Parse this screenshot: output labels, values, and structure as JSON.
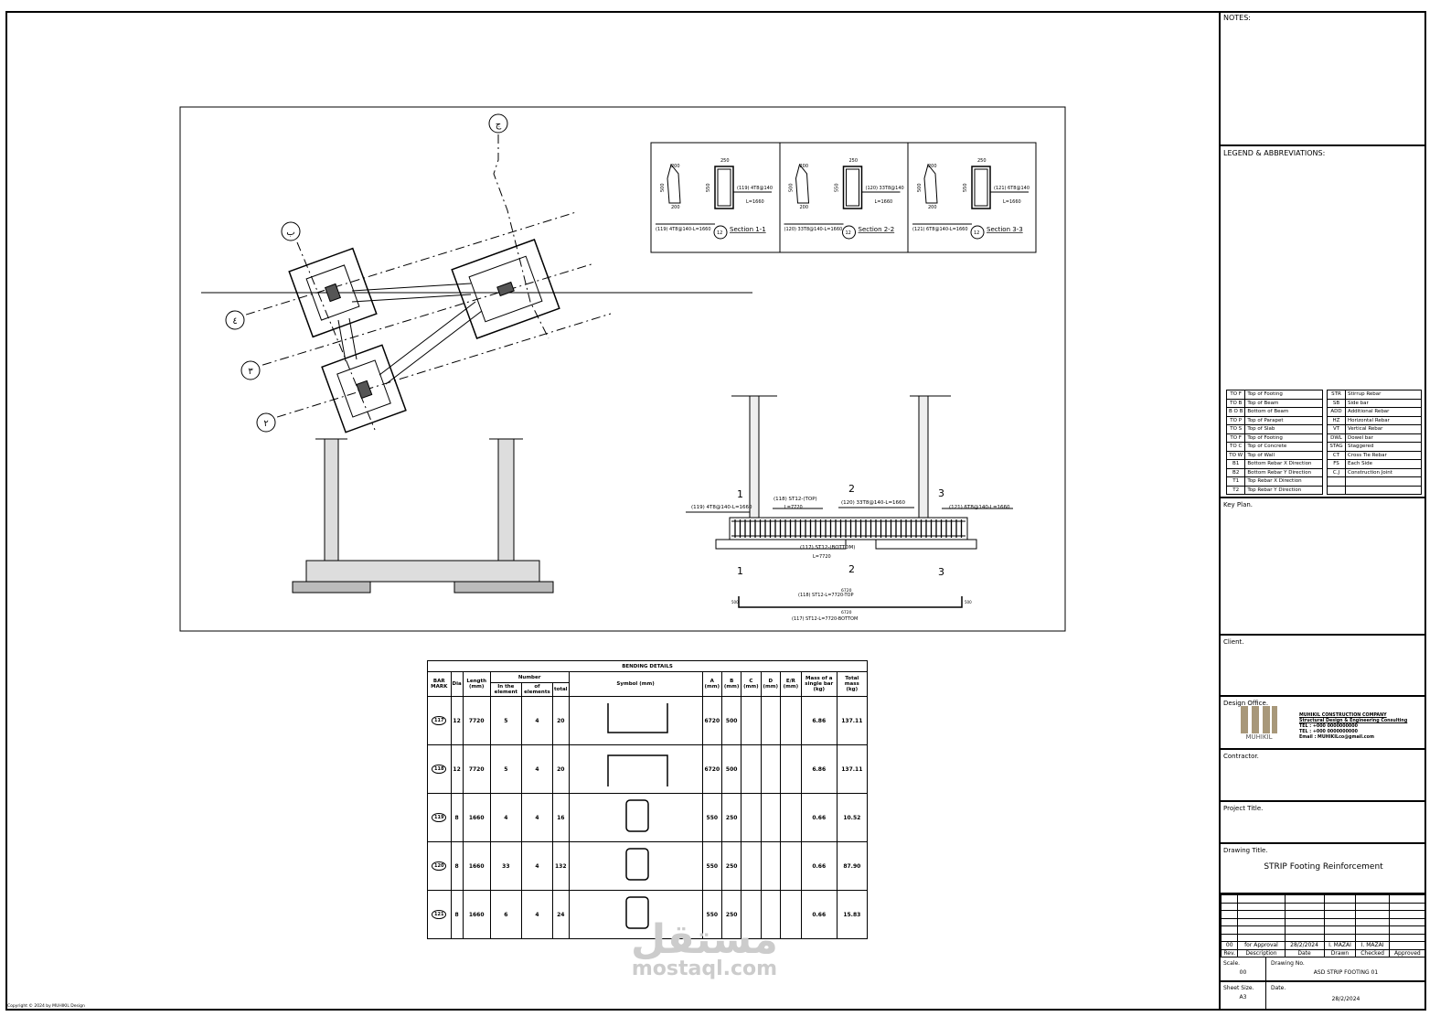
{
  "notes_label": "NOTES:",
  "legend_label": "LEGEND & ABBREVIATIONS:",
  "legend_left": [
    [
      "TO F",
      "Top of Footing"
    ],
    [
      "TO B",
      "Top of Beam"
    ],
    [
      "B O B",
      "Bottom of Beam"
    ],
    [
      "TO P",
      "Top of Parapet"
    ],
    [
      "TO S",
      "Top of Slab"
    ],
    [
      "TO F",
      "Top of Footing"
    ],
    [
      "TO C",
      "Top of Concrete"
    ],
    [
      "TO W",
      "Top of Wall"
    ],
    [
      "B1",
      "Bottom Rebar X Direction"
    ],
    [
      "B2",
      "Bottom Rebar Y Direction"
    ],
    [
      "T1",
      "Top Rebar X Direction"
    ],
    [
      "T2",
      "Top Rebar Y Direction"
    ]
  ],
  "legend_right": [
    [
      "STR",
      "Stirrup Rebar"
    ],
    [
      "SB",
      "Side bar"
    ],
    [
      "ADD",
      "Additional Rebar"
    ],
    [
      "HZ",
      "Horizontal Rebar"
    ],
    [
      "VT",
      "Vertical Rebar"
    ],
    [
      "DWL",
      "Dowel bar"
    ],
    [
      "STAG",
      "Staggered"
    ],
    [
      "CT",
      "Cross Tie Rebar"
    ],
    [
      "FS",
      "Each Side"
    ],
    [
      "C.J",
      "Construction Joint"
    ],
    [
      "",
      ""
    ],
    [
      "",
      ""
    ]
  ],
  "key_plan_label": "Key Plan.",
  "client_label": "Client.",
  "design_office_label": "Design Office.",
  "logo_text": "MUHIKIL",
  "company": {
    "name": "MUHIKIL CONSTRUCTION COMPANY",
    "sub": "Structural Design & Engineering Consulting",
    "tel1": "TEL : +000 0000000000",
    "tel2": "TEL : +000 0000000000",
    "email": "Email : MUHIKILco@gmail.com"
  },
  "contractor_label": "Contractor.",
  "project_title_label": "Project Title.",
  "drawing_title_label": "Drawing Title.",
  "drawing_title": "STRIP Footing Reinforcement",
  "revision": {
    "row": [
      "00",
      "for Approval",
      "28/2/2024",
      "I. MAZAI",
      "I. MAZAI",
      ""
    ],
    "headers": [
      "Rev.",
      "Description",
      "Date",
      "Drawn",
      "Checked",
      "Approved"
    ]
  },
  "scale_label": "Scale.",
  "scale": "00",
  "drawing_no_label": "Drawing No.",
  "drawing_no": "ASD STRIP FOOTING 01",
  "sheet_size_label": "Sheet Size.",
  "sheet_size": "A3",
  "date_label": "Date.",
  "date": "28/2/2024",
  "copyright": "Copyright © 2024 by MUHIKIL Design",
  "watermark": {
    "arabic": "مستقل",
    "latin": "mostaql.com"
  },
  "plan": {
    "grids": [
      "ب",
      "ج",
      "٤",
      "٣",
      "٢"
    ]
  },
  "sections": [
    {
      "bar": "(119) 4T8@140-L=1660",
      "title": "Section 1-1",
      "num": "12",
      "dims": [
        "250",
        "200",
        "550",
        "500"
      ],
      "len": "L=1660",
      "top": "(119) 4T8@140"
    },
    {
      "bar": "(120) 33T8@140-L=1660",
      "title": "Section 2-2",
      "num": "12",
      "dims": [
        "250",
        "200",
        "550",
        "500"
      ],
      "len": "L=1660",
      "top": "(120) 33T8@140"
    },
    {
      "bar": "(121) 6T8@140-L=1660",
      "title": "Section 3-3",
      "num": "12",
      "dims": [
        "250",
        "200",
        "550",
        "500"
      ],
      "len": "L=1660",
      "top": "(121) 6T8@140"
    }
  ],
  "elevation": {
    "l119": "(119) 4T8@140-L=1660",
    "l118": "(118) ST12-(TOP)",
    "l118b": "L=7720",
    "l120": "(120) 33T8@140-L=1660",
    "l121": "(121) 6T8@140-L=1660",
    "l117": "(117) ST12-(BOTTOM)",
    "l117b": "L=7720",
    "cut": [
      "1",
      "2",
      "3"
    ],
    "bar_top_len": "6720",
    "bar_top": "(118) ST12-L=7720-TOP",
    "bar_bot_len": "6720",
    "bar_bot": "(117) ST12-L=7720-BOTTOM",
    "hook": "500"
  },
  "schedule": {
    "title": "BENDING DETAILS",
    "headers": {
      "mark": "BAR MARK",
      "dia": "Dia",
      "length": "Length (mm)",
      "number": "Number",
      "in_el": "In the element",
      "of_el": "of elements",
      "total": "total",
      "symbol": "Symbol (mm)",
      "a": "A (mm)",
      "b": "B (mm)",
      "c": "C (mm)",
      "d": "D (mm)",
      "er": "E/R (mm)",
      "mass": "Mass of a single bar (kg)",
      "tmass": "Total mass (kg)"
    },
    "rows": [
      {
        "mark": "117",
        "dia": "12",
        "length": "7720",
        "in_el": "5",
        "of_el": "4",
        "total": "20",
        "a": "6720",
        "b": "500",
        "c": "",
        "d": "",
        "er": "",
        "mass": "6.86",
        "tmass": "137.11",
        "shape": "U"
      },
      {
        "mark": "118",
        "dia": "12",
        "length": "7720",
        "in_el": "5",
        "of_el": "4",
        "total": "20",
        "a": "6720",
        "b": "500",
        "c": "",
        "d": "",
        "er": "",
        "mass": "6.86",
        "tmass": "137.11",
        "shape": "N"
      },
      {
        "mark": "119",
        "dia": "8",
        "length": "1660",
        "in_el": "4",
        "of_el": "4",
        "total": "16",
        "a": "550",
        "b": "250",
        "c": "",
        "d": "",
        "er": "",
        "mass": "0.66",
        "tmass": "10.52",
        "shape": "S"
      },
      {
        "mark": "120",
        "dia": "8",
        "length": "1660",
        "in_el": "33",
        "of_el": "4",
        "total": "132",
        "a": "550",
        "b": "250",
        "c": "",
        "d": "",
        "er": "",
        "mass": "0.66",
        "tmass": "87.90",
        "shape": "S"
      },
      {
        "mark": "121",
        "dia": "8",
        "length": "1660",
        "in_el": "6",
        "of_el": "4",
        "total": "24",
        "a": "550",
        "b": "250",
        "c": "",
        "d": "",
        "er": "",
        "mass": "0.66",
        "tmass": "15.83",
        "shape": "S"
      }
    ]
  }
}
